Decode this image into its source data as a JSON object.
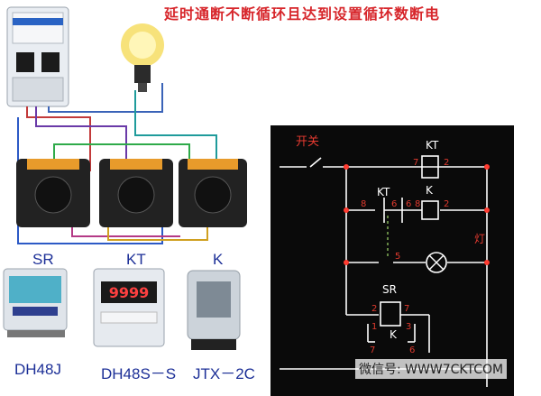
{
  "title": "延时通断不断循环且达到设置循环数断电",
  "photo": {
    "sr_label": "SR",
    "kt_label": "KT",
    "k_label": "K",
    "sr_model": "DH48J",
    "kt_model": "DH48S－S",
    "k_model": "JTX－2C",
    "kt_display": "9999"
  },
  "schematic": {
    "switch_label": "开关",
    "kt_coil": "KT",
    "kt_contact": "KT",
    "k_contact": "K",
    "k_coil": "K",
    "lamp_label": "灯",
    "sr_coil": "SR",
    "k_inner": "K",
    "pins": {
      "kt_coil_left": "7",
      "kt_coil_right": "2",
      "ktc_left": "8",
      "ktc_right": "6",
      "k_left": "6",
      "k_right": "8",
      "k_coil_right": "2",
      "ktc2": "5",
      "sr_left": "2",
      "sr_right": "7",
      "sr_b1": "1",
      "sr_b2": "3",
      "sr_b3": "7",
      "sr_b4": "6"
    }
  },
  "watermark": "微信号: WWW7CKTCOM",
  "colors": {
    "title": "#d7262b",
    "schematic_bg": "#0a0a0a",
    "wire_white": "#ffffff",
    "pin_red": "#e03a2e",
    "node_red": "#ff3b30"
  }
}
